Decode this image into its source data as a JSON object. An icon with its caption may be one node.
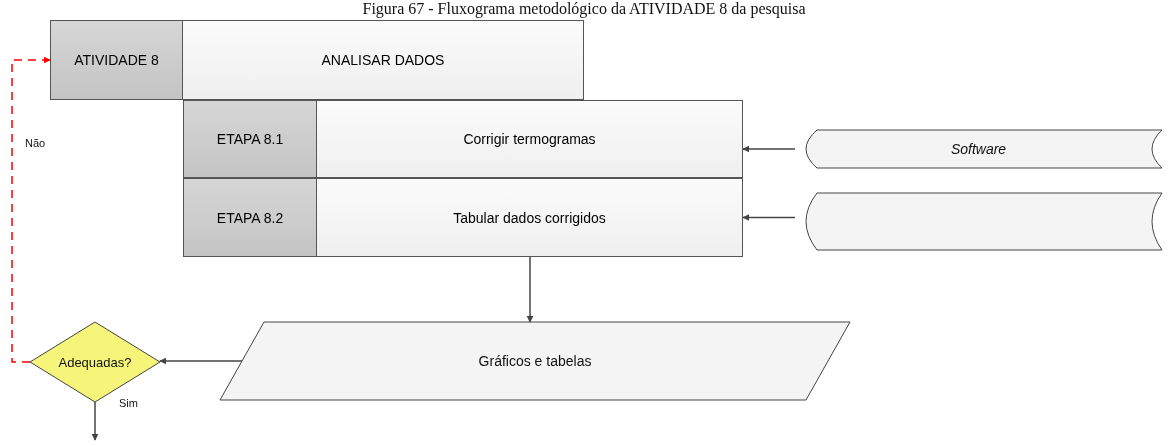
{
  "diagram": {
    "title": "Figura 67 - Fluxograma metodológico da ATIVIDADE 8 da pesquisa",
    "nodes": [
      {
        "text": [
          "ATIVIDADE 8",
          "ANALISAR DADOS"
        ]
      },
      {
        "text": [
          "ETAPA 8.1",
          "Corrigir termogramas"
        ]
      },
      {
        "text": [
          "ETAPA 8.2",
          "Tabular dados corrigidos"
        ]
      },
      {
        "text": [
          "Software"
        ]
      },
      {
        "text": [],
        "shape": "storage"
      },
      {
        "text": [
          "Gráficos e tabelas"
        ]
      },
      {
        "text": [
          "Adequadas?"
        ]
      }
    ],
    "edges": [
      {
        "from": 3,
        "to": 1,
        "arrow": "to"
      },
      {
        "from": 4,
        "to": 2,
        "arrow": "to"
      },
      {
        "from": 2,
        "to": 5,
        "arrow": "to"
      },
      {
        "from": 5,
        "to": 6,
        "arrow": "to"
      },
      {
        "from": 6,
        "to": 0,
        "arrow": "to",
        "label": "Não",
        "style": "dashed",
        "color": "#ff0000"
      },
      {
        "from": 6,
        "to": null,
        "arrow": "to",
        "label": "Sim"
      }
    ]
  }
}
